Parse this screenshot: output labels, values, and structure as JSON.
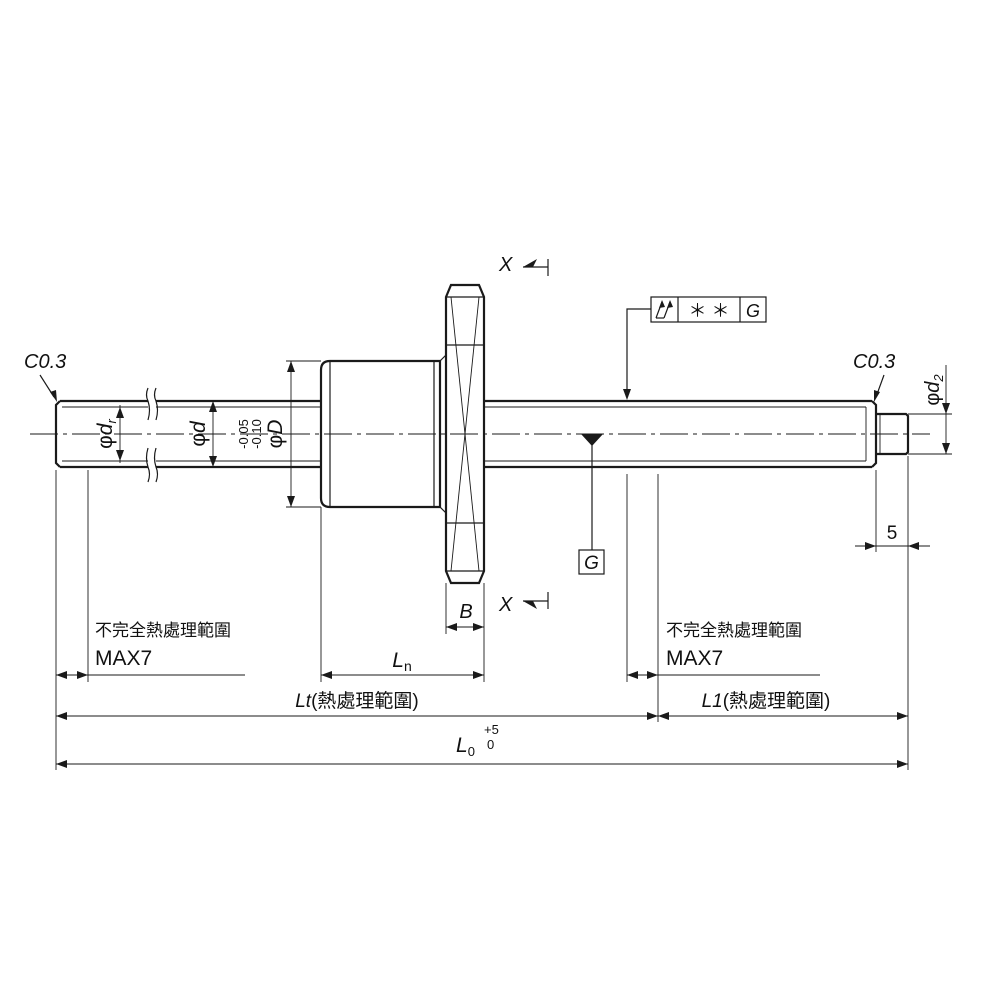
{
  "labels": {
    "chamfer_left": "C0.3",
    "chamfer_right": "C0.3",
    "phi": "φ",
    "dr_var": "d",
    "dr_sub": "r",
    "d_var": "d",
    "D_var": "D",
    "tol_upper": "-0.05",
    "tol_lower": "-0.10",
    "d2_var": "d",
    "d2_sub": "2",
    "section_mark": "X",
    "B": "B",
    "Ln_var": "L",
    "Ln_sub": "n",
    "datum": "G",
    "gtol_stars": "＊ ＊",
    "dim_5": "5",
    "incomplete_zone_line1": "不完全熱處理範圍",
    "incomplete_zone_line2": "MAX7",
    "Lt_var": "Lt",
    "Lt_text": "(熱處理範圍)",
    "L1_var": "L1",
    "L1_text": "(熱處理範圍)",
    "L0_var": "L",
    "L0_sub": "0",
    "L0_tol_upper": "+5",
    "L0_tol_lower": "0"
  }
}
